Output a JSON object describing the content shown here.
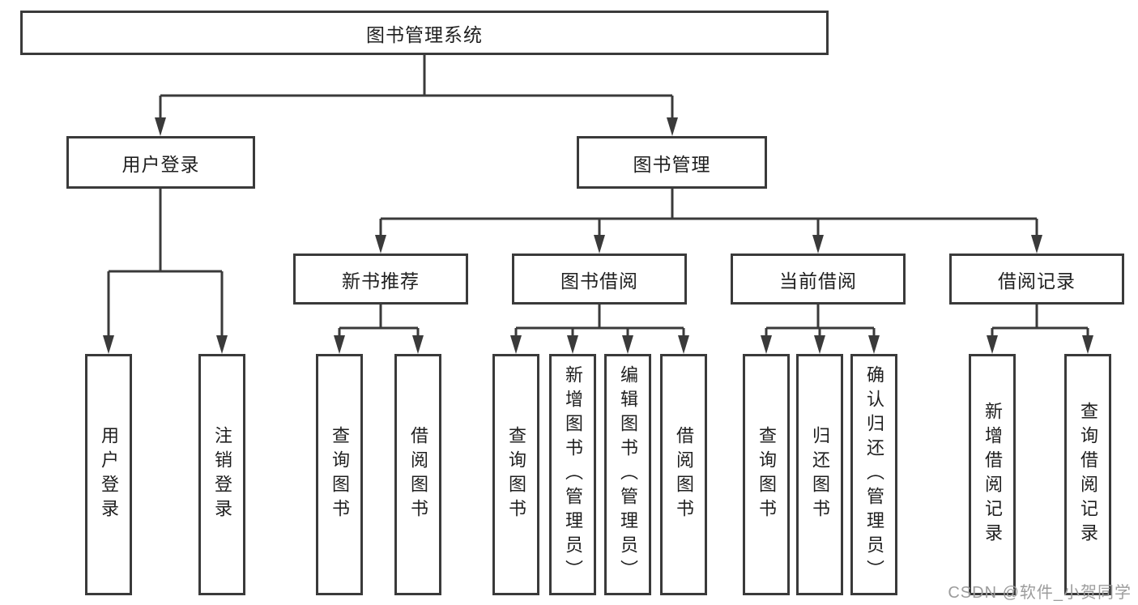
{
  "diagram": {
    "watermark": "CSDN @软件_小贺同学",
    "colors": {
      "line": "#3a3a3a",
      "text": "#1f1f1f",
      "background": "#ffffff",
      "watermark": "#9c9c9c"
    },
    "nodes": {
      "root": {
        "label": "图书管理系统"
      },
      "user_login": {
        "label": "用户登录"
      },
      "book_mgmt": {
        "label": "图书管理"
      },
      "new_book_rec": {
        "label": "新书推荐"
      },
      "book_borrow": {
        "label": "图书借阅"
      },
      "current_borrow": {
        "label": "当前借阅"
      },
      "borrow_records": {
        "label": "借阅记录"
      },
      "leaf_user_login": {
        "label": "用户登录"
      },
      "leaf_logout": {
        "label": "注销登录"
      },
      "leaf_query_book_1": {
        "label": "查询图书"
      },
      "leaf_borrow_book_1": {
        "label": "借阅图书"
      },
      "leaf_query_book_2": {
        "label": "查询图书"
      },
      "leaf_add_book": {
        "label": "新增图书（管理员）"
      },
      "leaf_edit_book": {
        "label": "编辑图书（管理员）"
      },
      "leaf_borrow_book_2": {
        "label": "借阅图书"
      },
      "leaf_query_book_3": {
        "label": "查询图书"
      },
      "leaf_return_book": {
        "label": "归还图书"
      },
      "leaf_confirm_return": {
        "label": "确认归还（管理员）"
      },
      "leaf_add_record": {
        "label": "新增借阅记录"
      },
      "leaf_query_record": {
        "label": "查询借阅记录"
      }
    },
    "tree": {
      "root_children": [
        "用户登录",
        "图书管理"
      ],
      "user_login_children": [
        "用户登录",
        "注销登录"
      ],
      "book_mgmt_children": [
        "新书推荐",
        "图书借阅",
        "当前借阅",
        "借阅记录"
      ],
      "new_book_rec_children": [
        "查询图书",
        "借阅图书"
      ],
      "book_borrow_children": [
        "查询图书",
        "新增图书（管理员）",
        "编辑图书（管理员）",
        "借阅图书"
      ],
      "current_borrow_children": [
        "查询图书",
        "归还图书",
        "确认归还（管理员）"
      ],
      "borrow_records_children": [
        "新增借阅记录",
        "查询借阅记录"
      ]
    }
  }
}
